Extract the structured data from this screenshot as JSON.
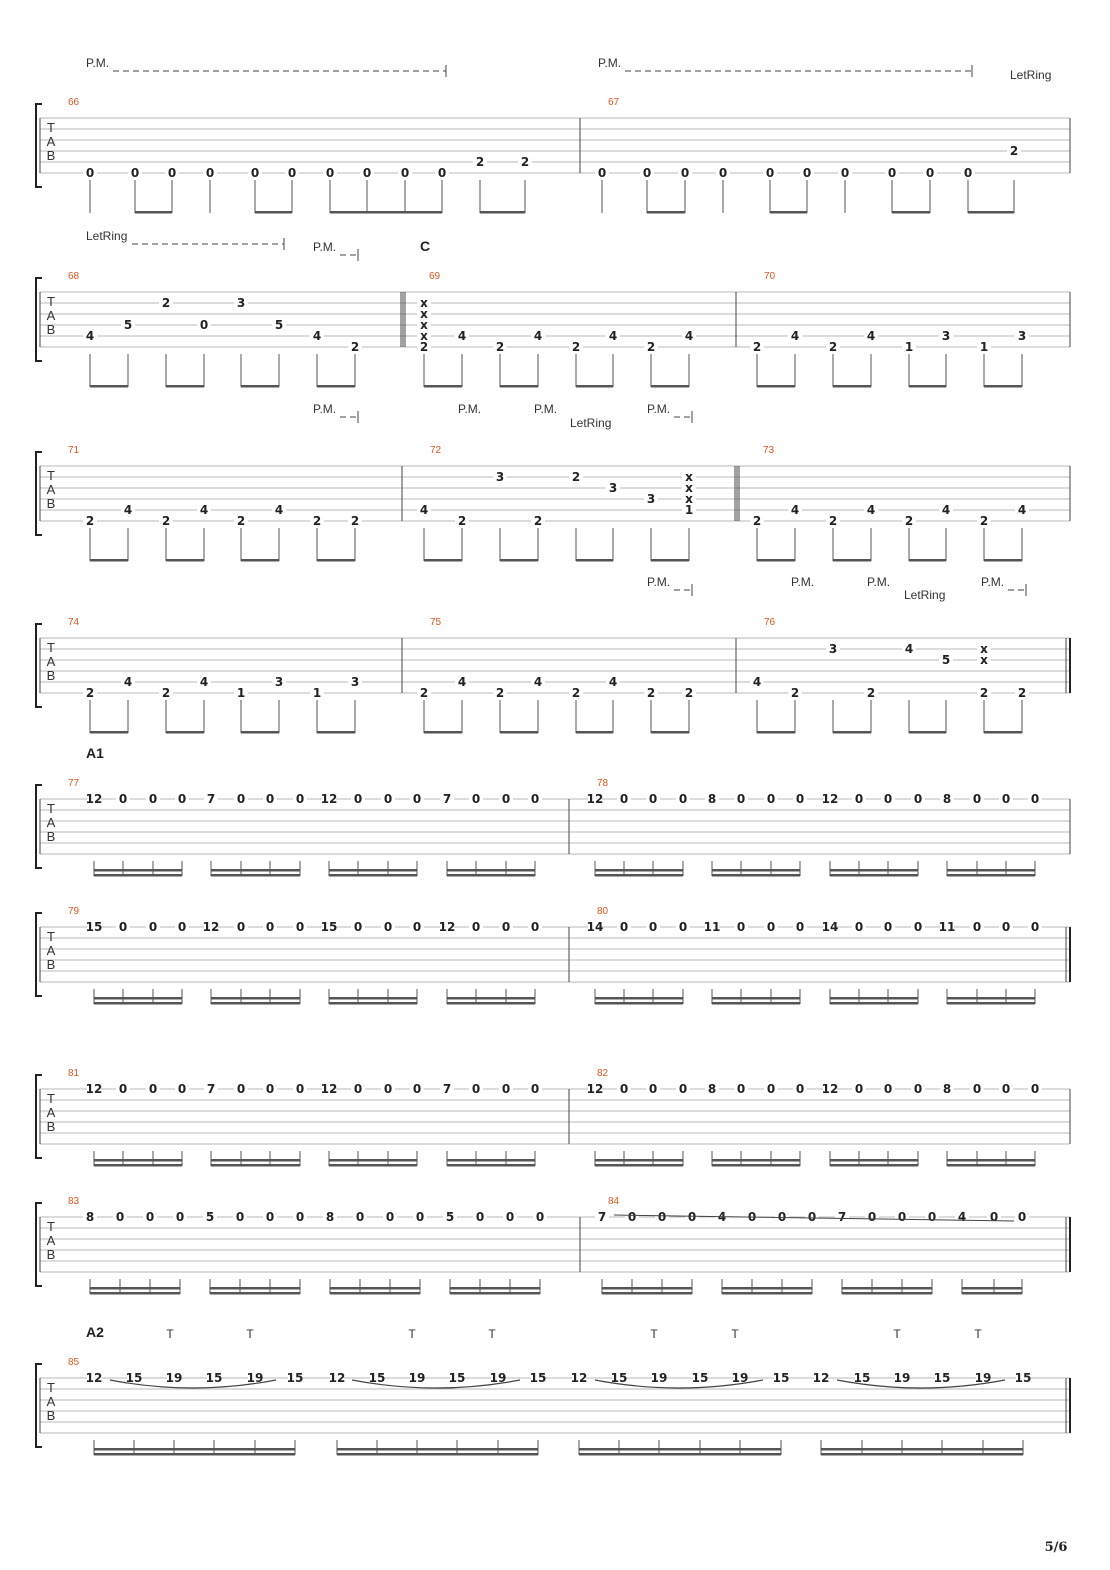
{
  "page": {
    "page_number": "5/6"
  },
  "labels": {
    "tab_letters": [
      "T",
      "A",
      "B"
    ],
    "palm_mute": "P.M.",
    "let_ring": "LetRing",
    "tap": "T"
  },
  "systems": [
    {
      "measures": [
        {
          "number": "66",
          "notes": [
            [
              "0"
            ],
            [
              "0"
            ],
            [
              "0"
            ],
            [
              "0"
            ],
            [
              "0"
            ],
            [
              "0"
            ],
            [
              "0"
            ],
            [
              "0"
            ],
            [
              "0"
            ],
            [
              "0"
            ],
            [
              "2"
            ],
            [
              "2"
            ]
          ]
        },
        {
          "number": "67",
          "notes": [
            [
              "0"
            ],
            [
              "0"
            ],
            [
              "0"
            ],
            [
              "0"
            ],
            [
              "0"
            ],
            [
              "0"
            ],
            [
              "0"
            ],
            [
              "0"
            ],
            [
              "0"
            ],
            [
              "0"
            ],
            [
              "2"
            ]
          ]
        }
      ]
    },
    {
      "section": "C",
      "measures": [
        {
          "number": "68",
          "notes": [
            [
              "4"
            ],
            [
              "5"
            ],
            [
              "2"
            ],
            [
              "0"
            ],
            [
              "3"
            ],
            [
              "5"
            ],
            [
              "4"
            ],
            [
              "2"
            ]
          ]
        },
        {
          "number": "69",
          "notes": [
            [
              "x",
              "x",
              "x",
              "x",
              "2"
            ],
            [
              "4"
            ],
            [
              "2"
            ],
            [
              "4"
            ],
            [
              "2"
            ],
            [
              "4"
            ],
            [
              "2"
            ],
            [
              "4"
            ]
          ]
        },
        {
          "number": "70",
          "notes": [
            [
              "2"
            ],
            [
              "4"
            ],
            [
              "2"
            ],
            [
              "4"
            ],
            [
              "1"
            ],
            [
              "3"
            ],
            [
              "1"
            ],
            [
              "3"
            ]
          ]
        }
      ]
    },
    {
      "measures": [
        {
          "number": "71",
          "notes": [
            [
              "2"
            ],
            [
              "4"
            ],
            [
              "2"
            ],
            [
              "4"
            ],
            [
              "2"
            ],
            [
              "4"
            ],
            [
              "2"
            ],
            [
              "2"
            ]
          ]
        },
        {
          "number": "72",
          "notes": [
            [
              "4"
            ],
            [
              "2"
            ],
            [
              "3"
            ],
            [
              "2"
            ],
            [
              "2"
            ],
            [
              "3"
            ],
            [
              "3"
            ],
            [
              "x",
              "x",
              "x",
              "1"
            ]
          ]
        },
        {
          "number": "73",
          "notes": [
            [
              "2"
            ],
            [
              "4"
            ],
            [
              "2"
            ],
            [
              "4"
            ],
            [
              "2"
            ],
            [
              "4"
            ],
            [
              "2"
            ],
            [
              "4"
            ]
          ]
        }
      ]
    },
    {
      "measures": [
        {
          "number": "74",
          "notes": [
            [
              "2"
            ],
            [
              "4"
            ],
            [
              "2"
            ],
            [
              "4"
            ],
            [
              "1"
            ],
            [
              "3"
            ],
            [
              "1"
            ],
            [
              "3"
            ]
          ]
        },
        {
          "number": "75",
          "notes": [
            [
              "2"
            ],
            [
              "4"
            ],
            [
              "2"
            ],
            [
              "4"
            ],
            [
              "2"
            ],
            [
              "4"
            ],
            [
              "2"
            ],
            [
              "2"
            ]
          ]
        },
        {
          "number": "76",
          "notes": [
            [
              "4"
            ],
            [
              "2"
            ],
            [
              "3"
            ],
            [
              "2"
            ],
            [
              "4"
            ],
            [
              "5"
            ],
            [
              "x",
              "x",
              "2"
            ],
            [
              "2"
            ]
          ]
        }
      ]
    },
    {
      "section": "A1",
      "measures": [
        {
          "number": "77",
          "notes": [
            [
              "12"
            ],
            [
              "0"
            ],
            [
              "0"
            ],
            [
              "0"
            ],
            [
              "7"
            ],
            [
              "0"
            ],
            [
              "0"
            ],
            [
              "0"
            ],
            [
              "12"
            ],
            [
              "0"
            ],
            [
              "0"
            ],
            [
              "0"
            ],
            [
              "7"
            ],
            [
              "0"
            ],
            [
              "0"
            ],
            [
              "0"
            ]
          ]
        },
        {
          "number": "78",
          "notes": [
            [
              "12"
            ],
            [
              "0"
            ],
            [
              "0"
            ],
            [
              "0"
            ],
            [
              "8"
            ],
            [
              "0"
            ],
            [
              "0"
            ],
            [
              "0"
            ],
            [
              "12"
            ],
            [
              "0"
            ],
            [
              "0"
            ],
            [
              "0"
            ],
            [
              "8"
            ],
            [
              "0"
            ],
            [
              "0"
            ],
            [
              "0"
            ]
          ]
        }
      ]
    },
    {
      "measures": [
        {
          "number": "79",
          "notes": [
            [
              "15"
            ],
            [
              "0"
            ],
            [
              "0"
            ],
            [
              "0"
            ],
            [
              "12"
            ],
            [
              "0"
            ],
            [
              "0"
            ],
            [
              "0"
            ],
            [
              "15"
            ],
            [
              "0"
            ],
            [
              "0"
            ],
            [
              "0"
            ],
            [
              "12"
            ],
            [
              "0"
            ],
            [
              "0"
            ],
            [
              "0"
            ]
          ]
        },
        {
          "number": "80",
          "notes": [
            [
              "14"
            ],
            [
              "0"
            ],
            [
              "0"
            ],
            [
              "0"
            ],
            [
              "11"
            ],
            [
              "0"
            ],
            [
              "0"
            ],
            [
              "0"
            ],
            [
              "14"
            ],
            [
              "0"
            ],
            [
              "0"
            ],
            [
              "0"
            ],
            [
              "11"
            ],
            [
              "0"
            ],
            [
              "0"
            ],
            [
              "0"
            ]
          ]
        }
      ]
    },
    {
      "measures": [
        {
          "number": "81",
          "notes": [
            [
              "12"
            ],
            [
              "0"
            ],
            [
              "0"
            ],
            [
              "0"
            ],
            [
              "7"
            ],
            [
              "0"
            ],
            [
              "0"
            ],
            [
              "0"
            ],
            [
              "12"
            ],
            [
              "0"
            ],
            [
              "0"
            ],
            [
              "0"
            ],
            [
              "7"
            ],
            [
              "0"
            ],
            [
              "0"
            ],
            [
              "0"
            ]
          ]
        },
        {
          "number": "82",
          "notes": [
            [
              "12"
            ],
            [
              "0"
            ],
            [
              "0"
            ],
            [
              "0"
            ],
            [
              "8"
            ],
            [
              "0"
            ],
            [
              "0"
            ],
            [
              "0"
            ],
            [
              "12"
            ],
            [
              "0"
            ],
            [
              "0"
            ],
            [
              "0"
            ],
            [
              "8"
            ],
            [
              "0"
            ],
            [
              "0"
            ],
            [
              "0"
            ]
          ]
        }
      ]
    },
    {
      "measures": [
        {
          "number": "83",
          "notes": [
            [
              "8"
            ],
            [
              "0"
            ],
            [
              "0"
            ],
            [
              "0"
            ],
            [
              "5"
            ],
            [
              "0"
            ],
            [
              "0"
            ],
            [
              "0"
            ],
            [
              "8"
            ],
            [
              "0"
            ],
            [
              "0"
            ],
            [
              "0"
            ],
            [
              "5"
            ],
            [
              "0"
            ],
            [
              "0"
            ],
            [
              "0"
            ]
          ]
        },
        {
          "number": "84",
          "notes": [
            [
              "7"
            ],
            [
              "0"
            ],
            [
              "0"
            ],
            [
              "0"
            ],
            [
              "4"
            ],
            [
              "0"
            ],
            [
              "0"
            ],
            [
              "0"
            ],
            [
              "7"
            ],
            [
              "0"
            ],
            [
              "0"
            ],
            [
              "0"
            ],
            [
              "4"
            ],
            [
              "0"
            ],
            [
              "0"
            ]
          ]
        }
      ]
    },
    {
      "section": "A2",
      "measures": [
        {
          "number": "85",
          "notes": [
            [
              "12"
            ],
            [
              "15"
            ],
            [
              "19"
            ],
            [
              "15"
            ],
            [
              "19"
            ],
            [
              "15"
            ],
            [
              "12"
            ],
            [
              "15"
            ],
            [
              "19"
            ],
            [
              "15"
            ],
            [
              "19"
            ],
            [
              "15"
            ],
            [
              "12"
            ],
            [
              "15"
            ],
            [
              "19"
            ],
            [
              "15"
            ],
            [
              "19"
            ],
            [
              "15"
            ],
            [
              "12"
            ],
            [
              "15"
            ],
            [
              "19"
            ],
            [
              "15"
            ],
            [
              "19"
            ],
            [
              "15"
            ]
          ]
        }
      ]
    }
  ]
}
